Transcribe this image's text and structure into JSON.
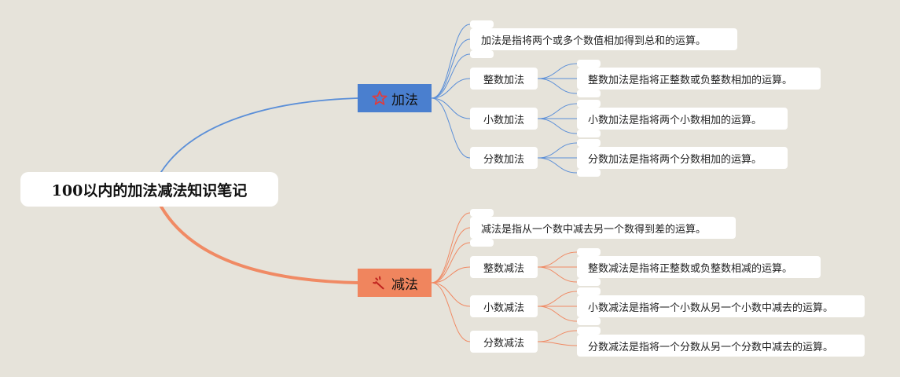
{
  "root": {
    "title": "100以内的加法减法知识笔记"
  },
  "branches": [
    {
      "key": "jiafa",
      "label": "加法",
      "icon": "star-icon",
      "color": "#4a7fcf",
      "line_color": "#5b8fd8",
      "definition": "加法是指将两个或多个数值相加得到总和的运算。",
      "subs": [
        {
          "label": "整数加法",
          "text": "整数加法是指将正整数或负整数相加的运算。"
        },
        {
          "label": "小数加法",
          "text": "小数加法是指将两个小数相加的运算。"
        },
        {
          "label": "分数加法",
          "text": "分数加法是指将两个分数相加的运算。"
        }
      ]
    },
    {
      "key": "jianfa",
      "label": "减法",
      "icon": "sparkle-icon",
      "color": "#f0855e",
      "line_color": "#f08a64",
      "definition": "减法是指从一个数中减去另一个数得到差的运算。",
      "subs": [
        {
          "label": "整数减法",
          "text": "整数减法是指将正整数或负整数相减的运算。"
        },
        {
          "label": "小数减法",
          "text": "小数减法是指将一个小数从另一个小数中减去的运算。"
        },
        {
          "label": "分数减法",
          "text": "分数减法是指将一个分数从另一个分数中减去的运算。"
        }
      ]
    }
  ]
}
